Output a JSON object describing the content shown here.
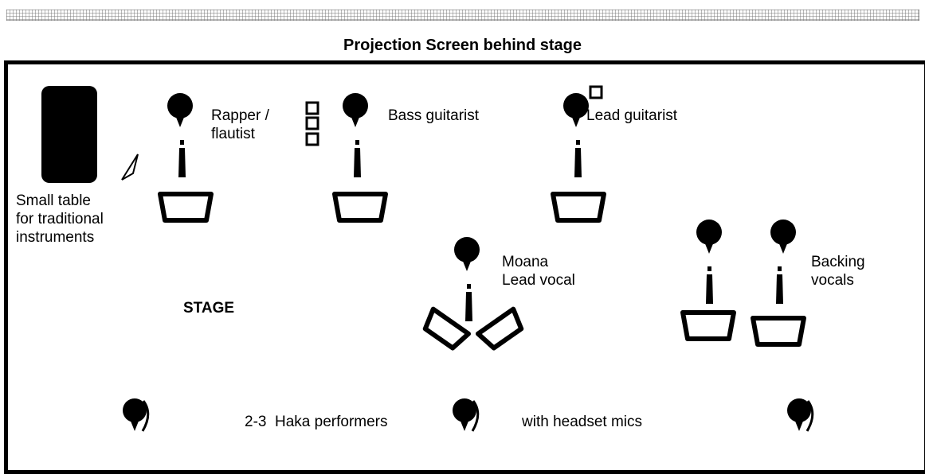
{
  "projection_screen": {
    "label": "Projection Screen behind stage"
  },
  "stage": {
    "label": "STAGE"
  },
  "table": {
    "label_lines": [
      "Small table",
      "for traditional",
      "instruments"
    ]
  },
  "performers": {
    "rapper": {
      "label_lines": [
        "Rapper /",
        "flautist"
      ]
    },
    "bass": {
      "label": "Bass guitarist"
    },
    "lead_guitar": {
      "label": "Lead guitarist"
    },
    "lead_vocal": {
      "label_lines": [
        "Moana",
        "Lead vocal"
      ]
    },
    "backing": {
      "label_lines": [
        "Backing",
        "vocals"
      ]
    }
  },
  "haka": {
    "label_left": "2-3  Haka performers",
    "label_right": "with headset mics"
  },
  "colors": {
    "ink": "#000000",
    "bar_fill": "#e6e6e6",
    "background": "#ffffff"
  }
}
